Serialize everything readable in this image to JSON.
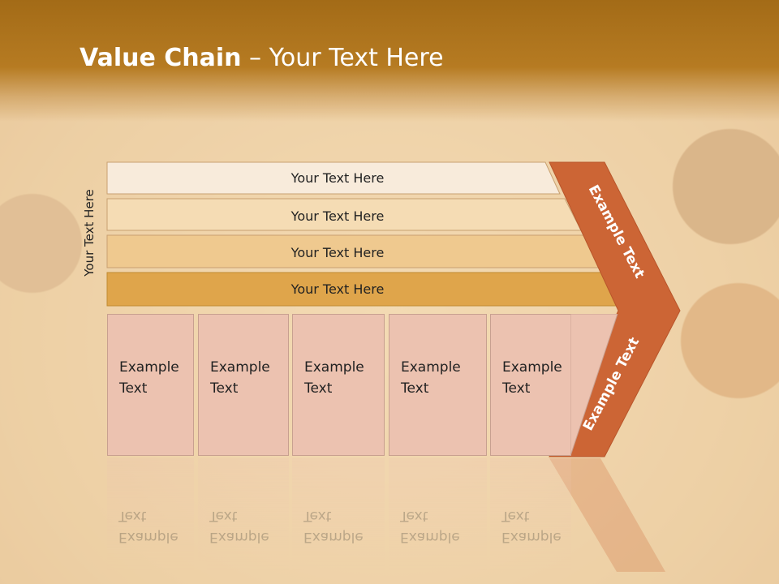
{
  "slide": {
    "title_bold": "Value Chain",
    "title_rest": " – Your Text Here",
    "side_label": "Your Text Here",
    "bars": [
      {
        "label": "Your Text Here",
        "color": "#f8ebdb"
      },
      {
        "label": "Your Text Here",
        "color": "#f5dcb4"
      },
      {
        "label": "Your Text Here",
        "color": "#efc98f"
      },
      {
        "label": "Your Text Here",
        "color": "#dfa54b"
      }
    ],
    "boxes": [
      {
        "label": "Example Text"
      },
      {
        "label": "Example Text"
      },
      {
        "label": "Example Text"
      },
      {
        "label": "Example Text"
      },
      {
        "label": "Example Text"
      }
    ],
    "arrow_top_label": "Example Text",
    "arrow_bottom_label": "Example Text",
    "arrow_color": "#cc6535"
  }
}
